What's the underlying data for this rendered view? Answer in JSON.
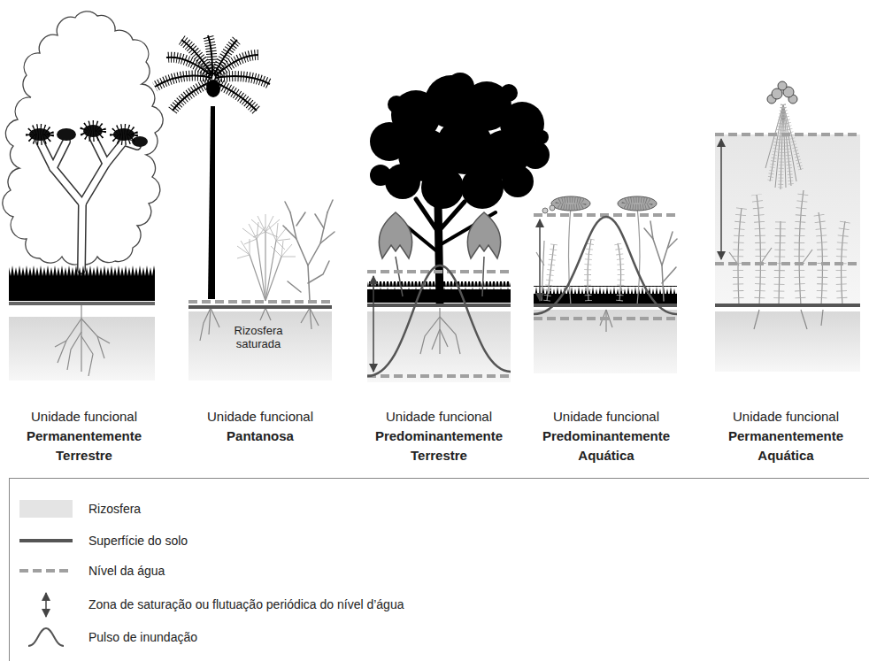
{
  "diagram": {
    "labels": [
      "Rizosfera saturada",
      "Unidade funcional",
      "Permanentemente Terrestre",
      "Unidade funcional",
      "Pantanosa",
      "Unidade funcional",
      "Predominantemente Terrestre",
      "Unidade funcional",
      "Predominantemente Aquática",
      "Unidade funcional",
      "Permanentemente Aquática"
    ],
    "legend": [
      {
        "text": "Rizosfera",
        "color": "#e4e4e4"
      },
      {
        "text": "Superfície do solo"
      },
      {
        "text": "Nível da água"
      },
      {
        "text": "Zona de saturação ou flutuação periódica do nível d’água"
      },
      {
        "text": "Pulso de inundação"
      }
    ]
  }
}
